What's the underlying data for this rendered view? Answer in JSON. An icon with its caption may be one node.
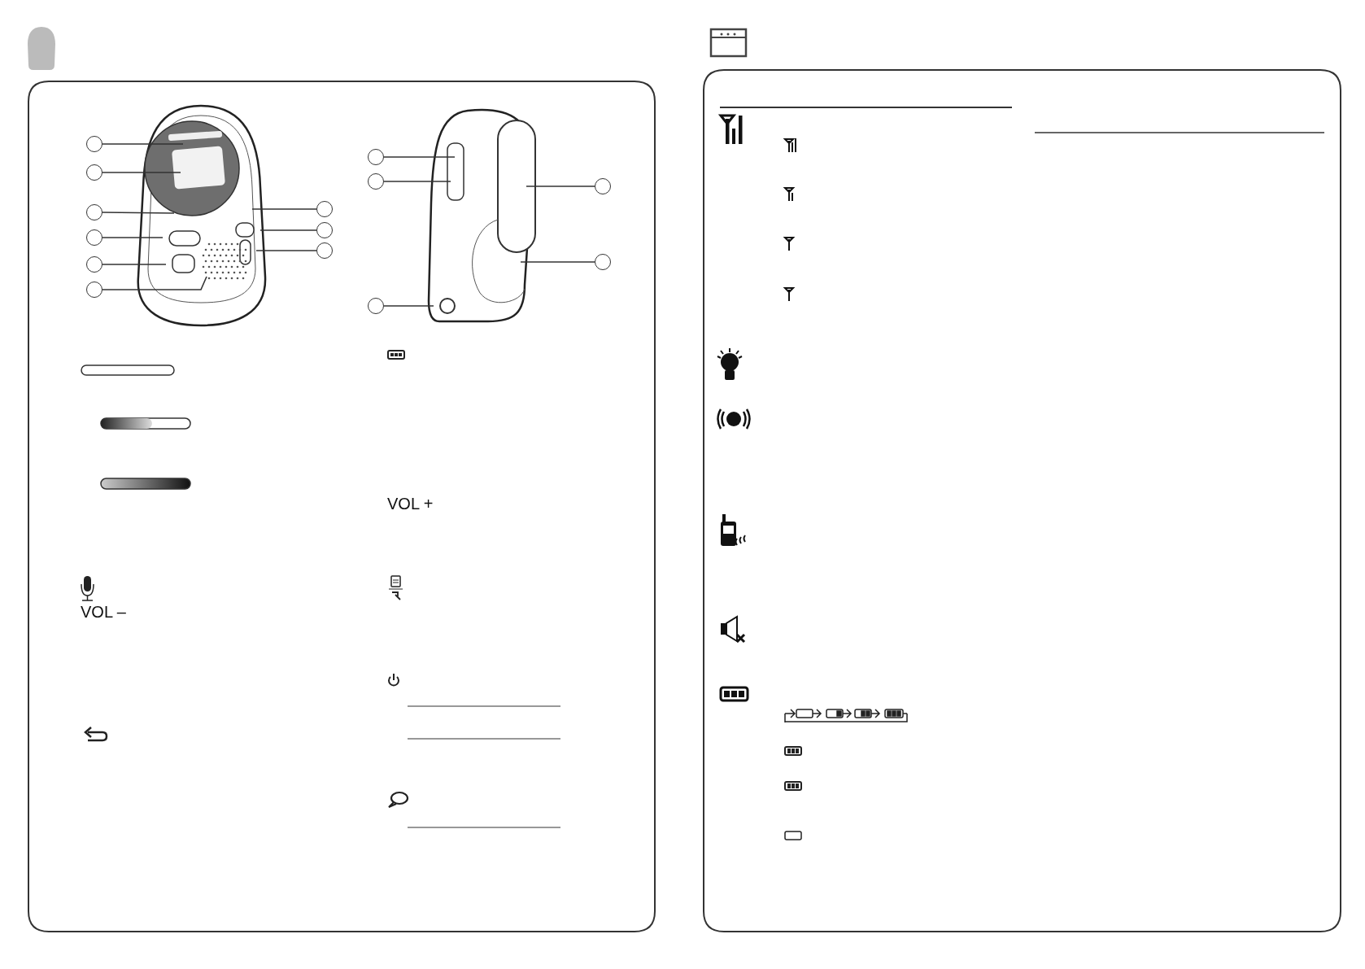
{
  "diagram": {
    "nodes": [
      {
        "text": [],
        "shape": "circle"
      },
      {
        "text": [],
        "shape": "circle"
      },
      {
        "text": [],
        "shape": "circle"
      },
      {
        "text": [],
        "shape": "circle"
      },
      {
        "text": [],
        "shape": "circle"
      },
      {
        "text": [],
        "shape": "circle"
      },
      {
        "text": [],
        "shape": "circle"
      },
      {
        "text": [],
        "shape": "circle"
      },
      {
        "text": [],
        "shape": "circle"
      },
      {
        "text": [],
        "shape": "circle"
      },
      {
        "text": [],
        "shape": "circle"
      },
      {
        "text": [],
        "shape": "circle"
      },
      {
        "text": [],
        "shape": "circle"
      },
      {
        "text": [],
        "shape": "circle"
      }
    ],
    "edges": [
      {
        "from": 0,
        "to": null,
        "arrow": "none"
      },
      {
        "from": 1,
        "to": null,
        "arrow": "none"
      },
      {
        "from": 2,
        "to": null,
        "arrow": "none"
      },
      {
        "from": 3,
        "to": null,
        "arrow": "none"
      },
      {
        "from": 4,
        "to": null,
        "arrow": "none"
      },
      {
        "from": 5,
        "to": null,
        "arrow": "none"
      },
      {
        "from": 6,
        "to": null,
        "arrow": "none"
      },
      {
        "from": 7,
        "to": null,
        "arrow": "none"
      },
      {
        "from": 8,
        "to": null,
        "arrow": "none"
      },
      {
        "from": 9,
        "to": null,
        "arrow": "none"
      },
      {
        "from": 10,
        "to": null,
        "arrow": "none"
      },
      {
        "from": 11,
        "to": null,
        "arrow": "none"
      },
      {
        "from": 12,
        "to": null,
        "arrow": "none"
      },
      {
        "from": 13,
        "to": null,
        "arrow": "none"
      }
    ],
    "labels": [
      "VOL +",
      "VOL –"
    ]
  }
}
